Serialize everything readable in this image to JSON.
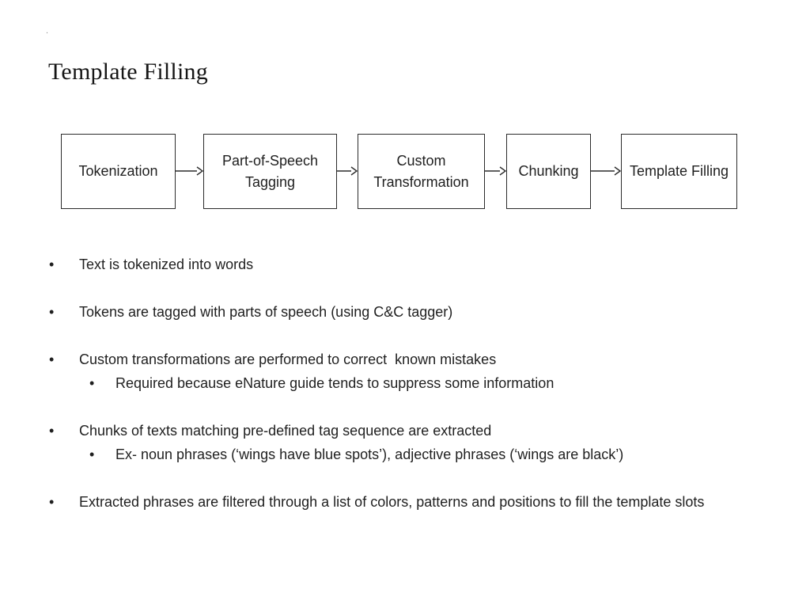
{
  "slide": {
    "title": "Template Filling",
    "stray_mark": ".",
    "bullet_marker": "•"
  },
  "flowchart": {
    "steps": [
      "Tokenization",
      "Part-of-Speech Tagging",
      "Custom Transformation",
      "Chunking",
      "Template Filling"
    ]
  },
  "bullets": [
    {
      "level": 1,
      "text": "Text is tokenized into words"
    },
    {
      "level": 1,
      "text": "Tokens are tagged with parts of speech (using C&C tagger)"
    },
    {
      "level": 1,
      "text": "Custom transformations are performed to correct  known mistakes"
    },
    {
      "level": 2,
      "text": "Required because eNature guide tends to suppress some information"
    },
    {
      "level": 1,
      "text": "Chunks of texts matching pre-defined tag sequence are extracted"
    },
    {
      "level": 2,
      "text": "Ex- noun phrases (‘wings have blue spots’), adjective phrases (‘wings are black’)"
    },
    {
      "level": 1,
      "text": "Extracted phrases are filtered through a list of colors, patterns and positions to fill the template slots"
    }
  ],
  "colors": {
    "background": "#ffffff",
    "text": "#1f1f1f",
    "box_border": "#2b2b2b",
    "arrow": "#2b2b2b"
  }
}
